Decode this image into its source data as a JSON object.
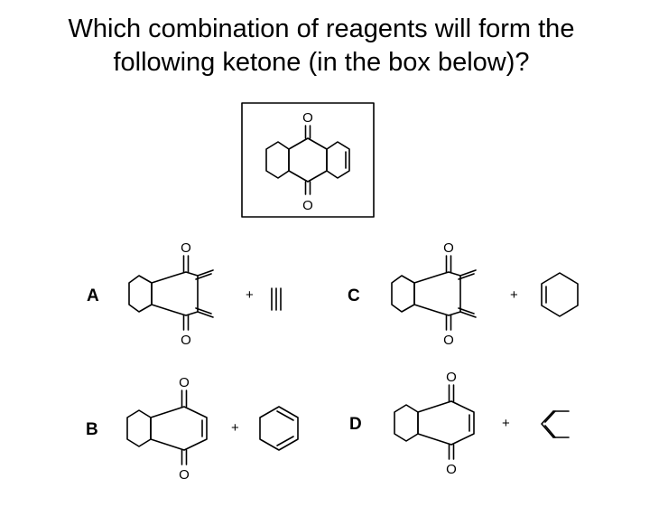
{
  "question": {
    "line1": "Which combination of reagents will form the",
    "line2": "following ketone (in the box below)?"
  },
  "atoms": {
    "oxygen": "O"
  },
  "options": [
    {
      "label": "A",
      "plus": "+"
    },
    {
      "label": "B",
      "plus": "+"
    },
    {
      "label": "C",
      "plus": "+"
    },
    {
      "label": "D",
      "plus": "+"
    }
  ]
}
